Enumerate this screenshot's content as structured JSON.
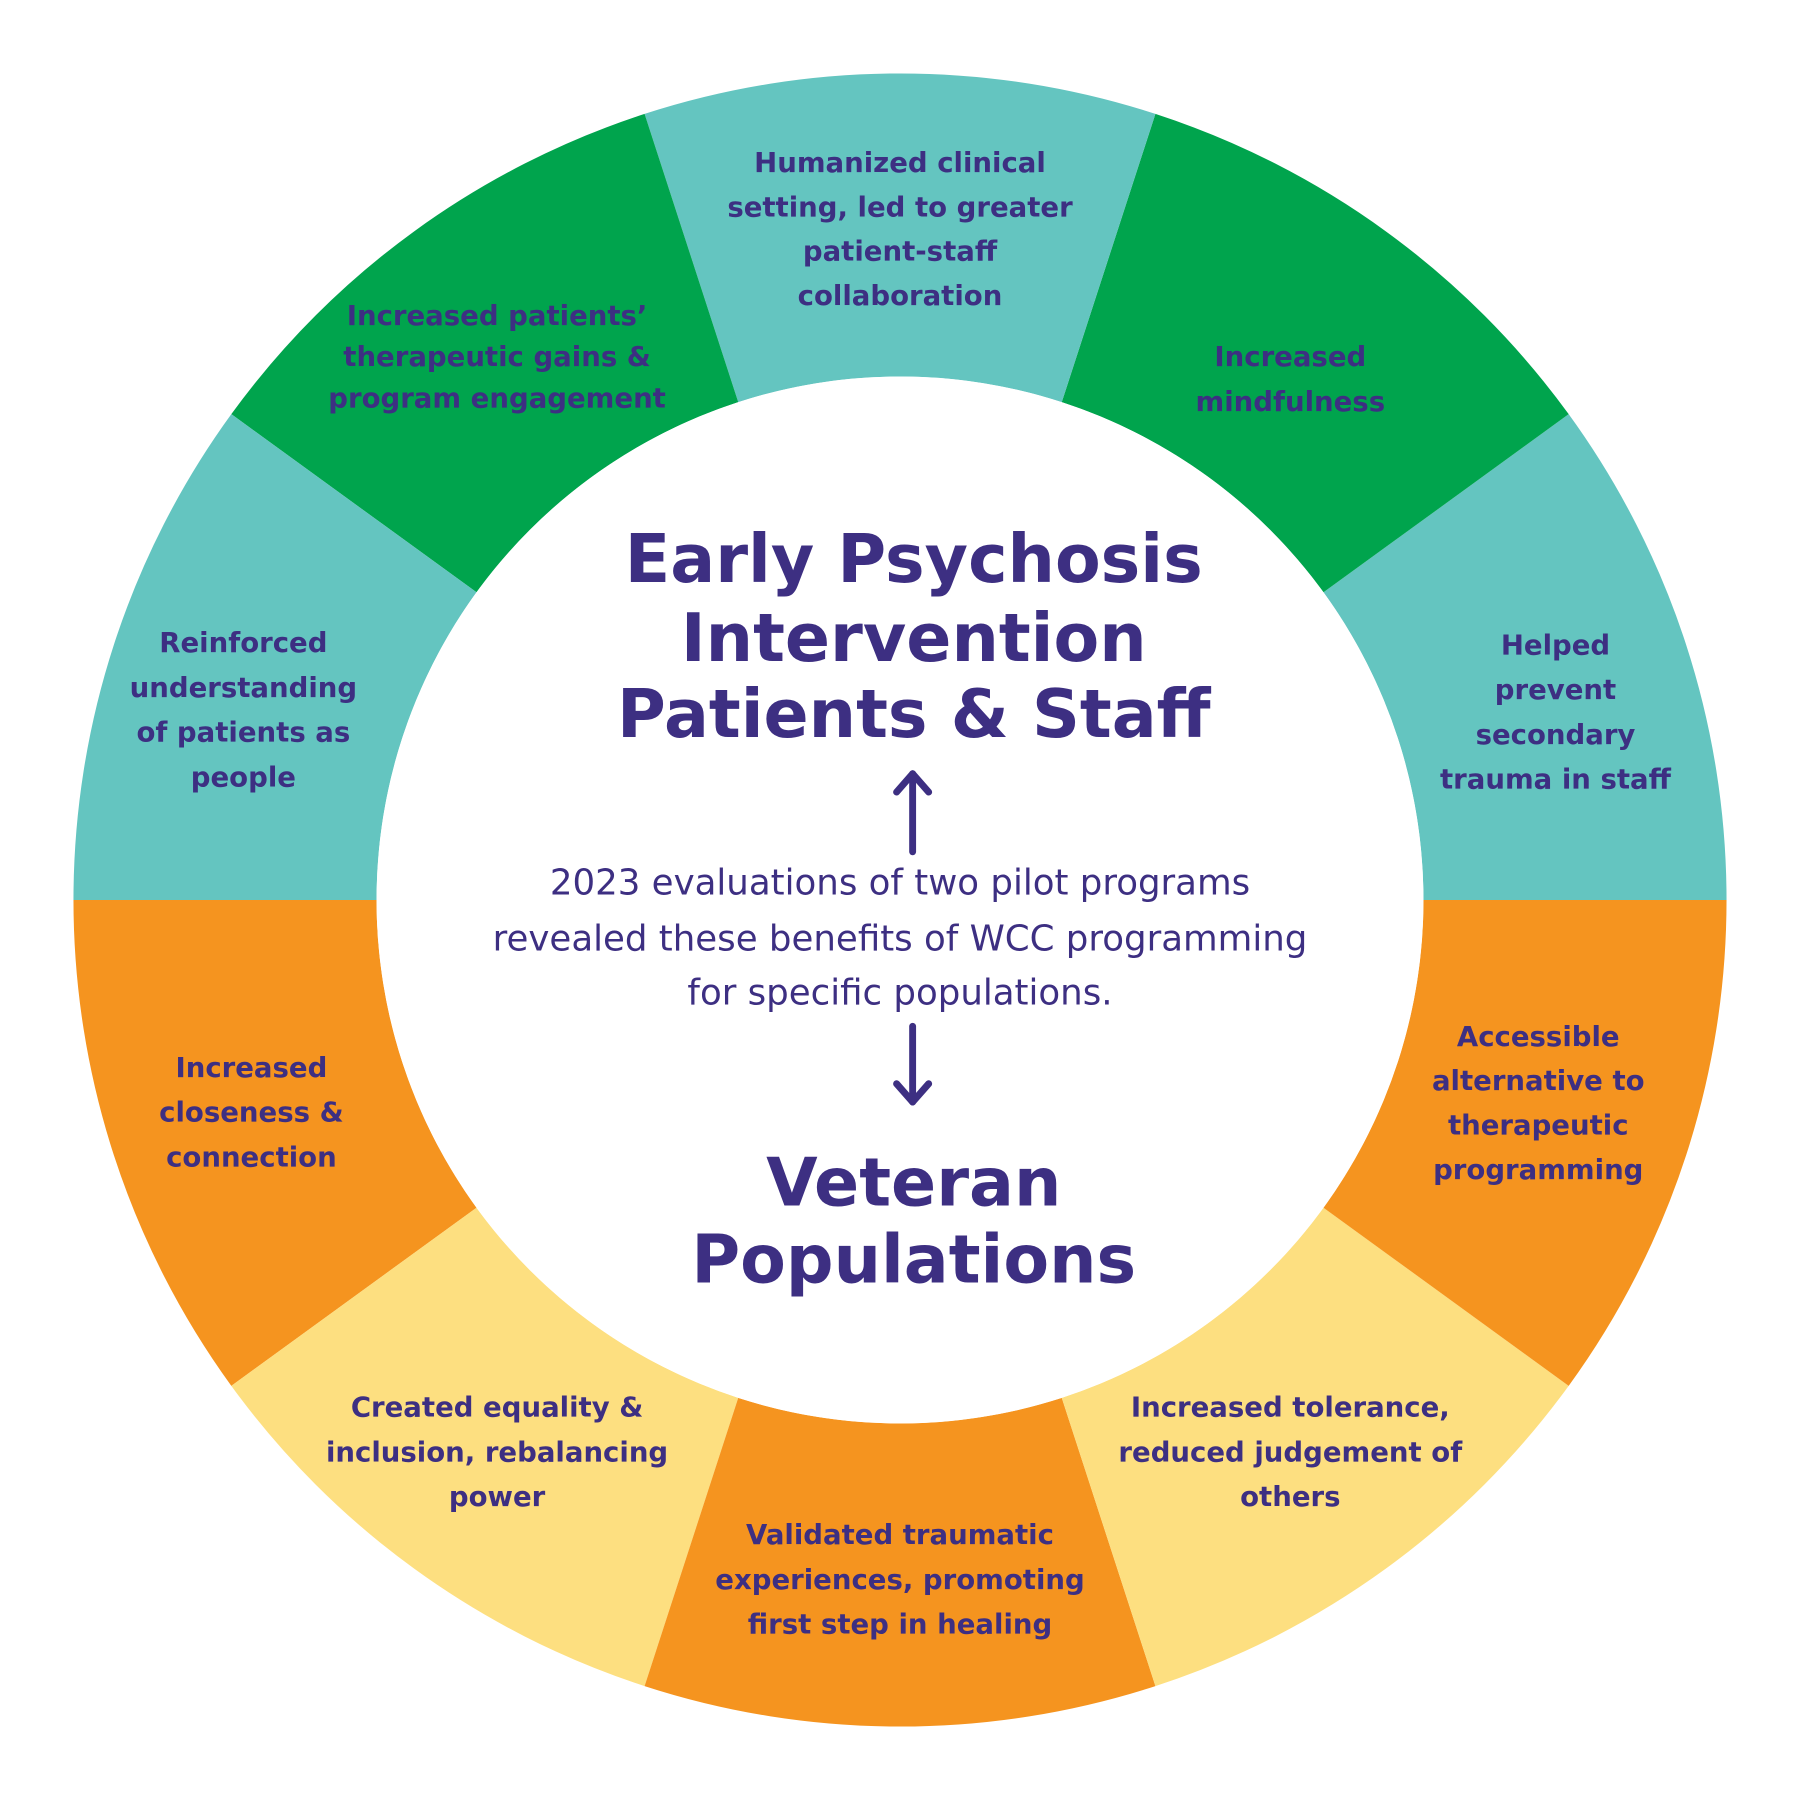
{
  "colors": {
    "teal": "#64c5c0",
    "green": "#00a44d",
    "orange": "#f5941f",
    "yellow": "#fddf80",
    "text": "#3d2f82"
  },
  "center": {
    "top_title": [
      "Early Psychosis",
      "Intervention",
      "Patients & Staff"
    ],
    "description": [
      "2023 evaluations of two pilot programs",
      "revealed these benefits of WCC programming",
      "for specific populations."
    ],
    "bottom_title": [
      "Veteran",
      "Populations"
    ],
    "up_arrow_icon": "arrow-up-icon",
    "down_arrow_icon": "arrow-down-icon"
  },
  "segments": [
    {
      "group": "Early Psychosis Intervention Patients & Staff",
      "color": "teal",
      "lines": [
        "Helped",
        "prevent",
        "secondary",
        "trauma in staff"
      ]
    },
    {
      "group": "Early Psychosis Intervention Patients & Staff",
      "color": "green",
      "lines": [
        "Increased",
        "mindfulness"
      ]
    },
    {
      "group": "Early Psychosis Intervention Patients & Staff",
      "color": "teal",
      "lines": [
        "Humanized clinical",
        "setting, led to greater",
        "patient-staff",
        "collaboration"
      ]
    },
    {
      "group": "Early Psychosis Intervention Patients & Staff",
      "color": "green",
      "lines": [
        "Increased patients’",
        "therapeutic gains &",
        "program engagement"
      ]
    },
    {
      "group": "Early Psychosis Intervention Patients & Staff",
      "color": "teal",
      "lines": [
        "Reinforced",
        "understanding",
        "of patients as",
        "people"
      ]
    },
    {
      "group": "Veteran Populations",
      "color": "orange",
      "lines": [
        "Increased",
        "closeness &",
        "connection"
      ]
    },
    {
      "group": "Veteran Populations",
      "color": "yellow",
      "lines": [
        "Created equality &",
        "inclusion, rebalancing",
        "power"
      ]
    },
    {
      "group": "Veteran Populations",
      "color": "orange",
      "lines": [
        "Validated traumatic",
        "experiences, promoting",
        "first step in healing"
      ]
    },
    {
      "group": "Veteran Populations",
      "color": "yellow",
      "lines": [
        "Increased tolerance,",
        "reduced judgement of",
        "others"
      ]
    },
    {
      "group": "Veteran Populations",
      "color": "orange",
      "lines": [
        "Accessible",
        "alternative to",
        "therapeutic",
        "programming"
      ]
    }
  ]
}
